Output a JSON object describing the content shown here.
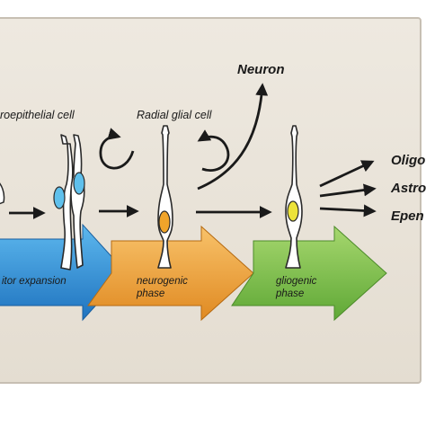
{
  "labels": {
    "neuron": "Neuron",
    "neuroepithelial_cell": "roepithelial cell",
    "radial_glial_cell": "Radial glial cell",
    "oligo": "Oligo",
    "astro": "Astro",
    "epen": "Epen"
  },
  "phases": {
    "expansion": "itor expansion",
    "neurogenic_line1": "neurogenic",
    "neurogenic_line2": "phase",
    "gliogenic_line1": "gliogenic",
    "gliogenic_line2": "phase"
  },
  "colors": {
    "background": "#ece6dc",
    "border": "#c7bfb3",
    "expansion_arrow": "#2f8fd6",
    "neurogenic_arrow": "#eea23c",
    "gliogenic_arrow": "#7fc24a",
    "blue_nucleus": "#5fc0ec",
    "orange_nucleus": "#f0a42a",
    "yellow_nucleus": "#ece33a"
  }
}
